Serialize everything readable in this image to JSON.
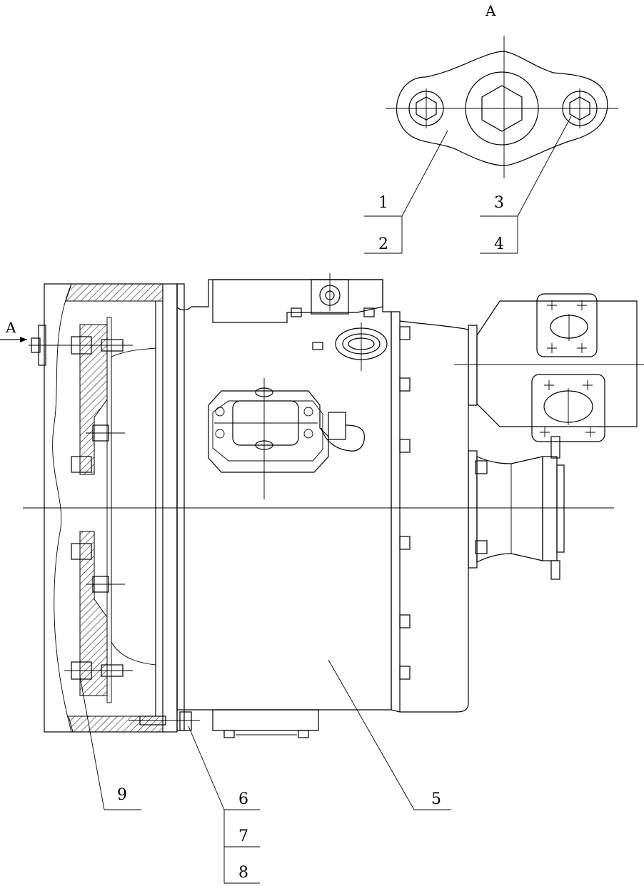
{
  "view_label": "A",
  "section_arrow_label": "A",
  "callouts": [
    "1",
    "2",
    "3",
    "4",
    "5",
    "6",
    "7",
    "8",
    "9"
  ],
  "hatch_color": "#000000",
  "line_color": "#000000",
  "background_color": "#ffffff"
}
